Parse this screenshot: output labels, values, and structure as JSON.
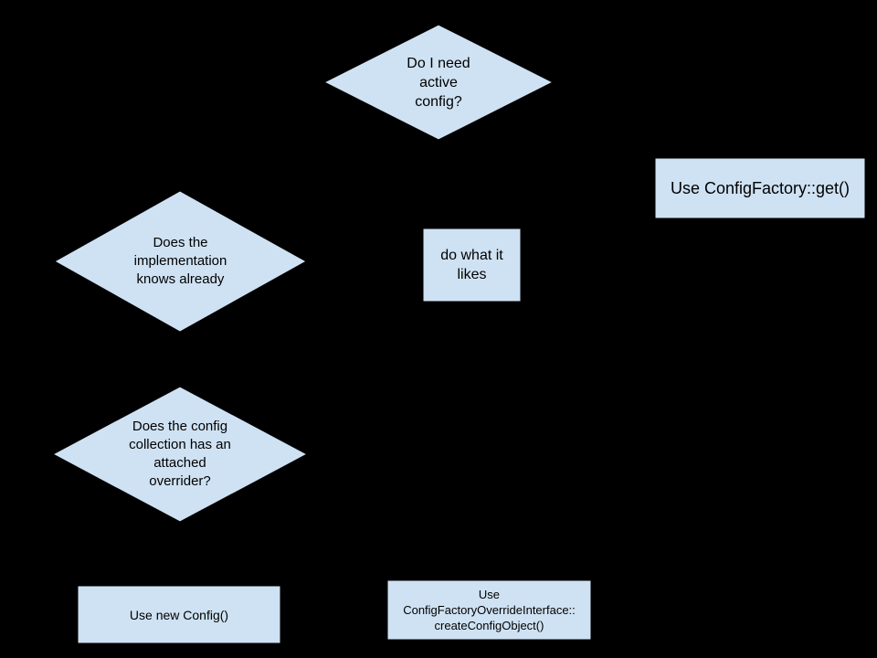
{
  "page": {
    "background_color": "#000000"
  },
  "diagram": {
    "node_fill": "#cfe2f3",
    "node_stroke": "#000000",
    "text_color": "#000000",
    "nodes": {
      "need_active_config": {
        "type": "decision",
        "label": "Do I need\nactive\nconfig?"
      },
      "use_config_factory_get": {
        "type": "process",
        "label": "Use ConfigFactory::get()"
      },
      "implementation_knows": {
        "type": "decision",
        "label": "Does the\nimplementation\nknows already"
      },
      "do_what_it_likes": {
        "type": "process",
        "label": "do what it\nlikes"
      },
      "collection_has_overrider": {
        "type": "decision",
        "label": "Does the config\ncollection has an\nattached\noverrider?"
      },
      "use_new_config": {
        "type": "process",
        "label": "Use new Config()"
      },
      "use_override_interface": {
        "type": "process",
        "label": "Use\nConfigFactoryOverrideInterface::\ncreateConfigObject()"
      }
    }
  }
}
